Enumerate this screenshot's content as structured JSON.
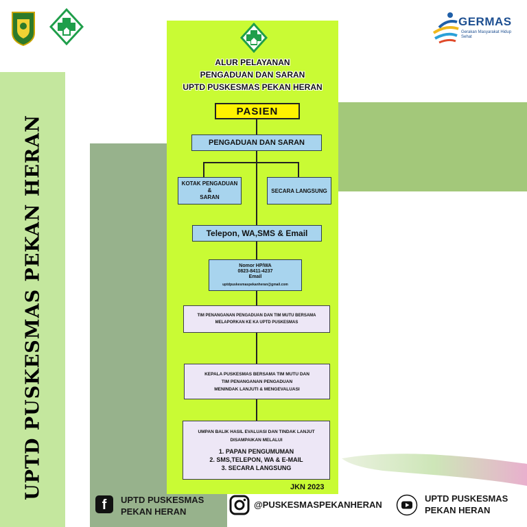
{
  "side_label": "UPTD PUSKESMAS PEKAN HERAN",
  "germas": {
    "title": "GERMAS",
    "subtitle": "Gerakan Masyarakat Hidup Sehat"
  },
  "poster": {
    "title": [
      "ALUR PELAYANAN",
      "PENGADUAN DAN SARAN",
      "UPTD PUSKESMAS PEKAN HERAN"
    ],
    "pasien": "PASIEN",
    "pengaduan": "PENGADUAN DAN SARAN",
    "kotak": [
      "KOTAK PENGADUAN",
      "&",
      "SARAN"
    ],
    "langsung": "SECARA LANGSUNG",
    "telepon": "Telepon, WA,SMS & Email",
    "nomor": {
      "label": "Nomor HP/WA",
      "number": "0823-8411-4237",
      "email_label": "Email",
      "email": "uptdpuskesmaspekanheran@gmail.com"
    },
    "tim": [
      "TIM PENANGANAN PENGADUAN DAN TIM MUTU BERSAMA",
      "MELAPORKAN KE KA UPTD PUSKESMAS"
    ],
    "kepala": [
      "KEPALA PUSKESMAS BERSAMA TIM MUTU DAN",
      "TIM PENANGANAN PENGADUAN",
      "MENINDAK LANJUTI & MENGEVALUASI"
    ],
    "umpan": {
      "intro": [
        "UMPAN BALIK HASIL EVALUASI DAN TINDAK LANJUT",
        "DISAMPAIKAN MELALUI"
      ],
      "items": [
        "1. PAPAN PENGUMUMAN",
        "2. SMS,TELEPON, WA & E-MAIL",
        "3. SECARA LANGSUNG"
      ]
    },
    "footer_tag": "JKN 2023"
  },
  "social": {
    "facebook": [
      "UPTD PUSKESMAS",
      "PEKAN HERAN"
    ],
    "instagram": "@PUSKESMASPEKANHERAN",
    "youtube": [
      "UPTD PUSKESMAS",
      "PEKAN HERAN"
    ]
  },
  "colors": {
    "poster_bg": "#c9fb34",
    "pasien_box": "#fff200",
    "channel_box": "#a8d4ee",
    "process_box": "#ede7f6",
    "left_band": "#c4e79e",
    "right_band": "#a3c87a"
  }
}
